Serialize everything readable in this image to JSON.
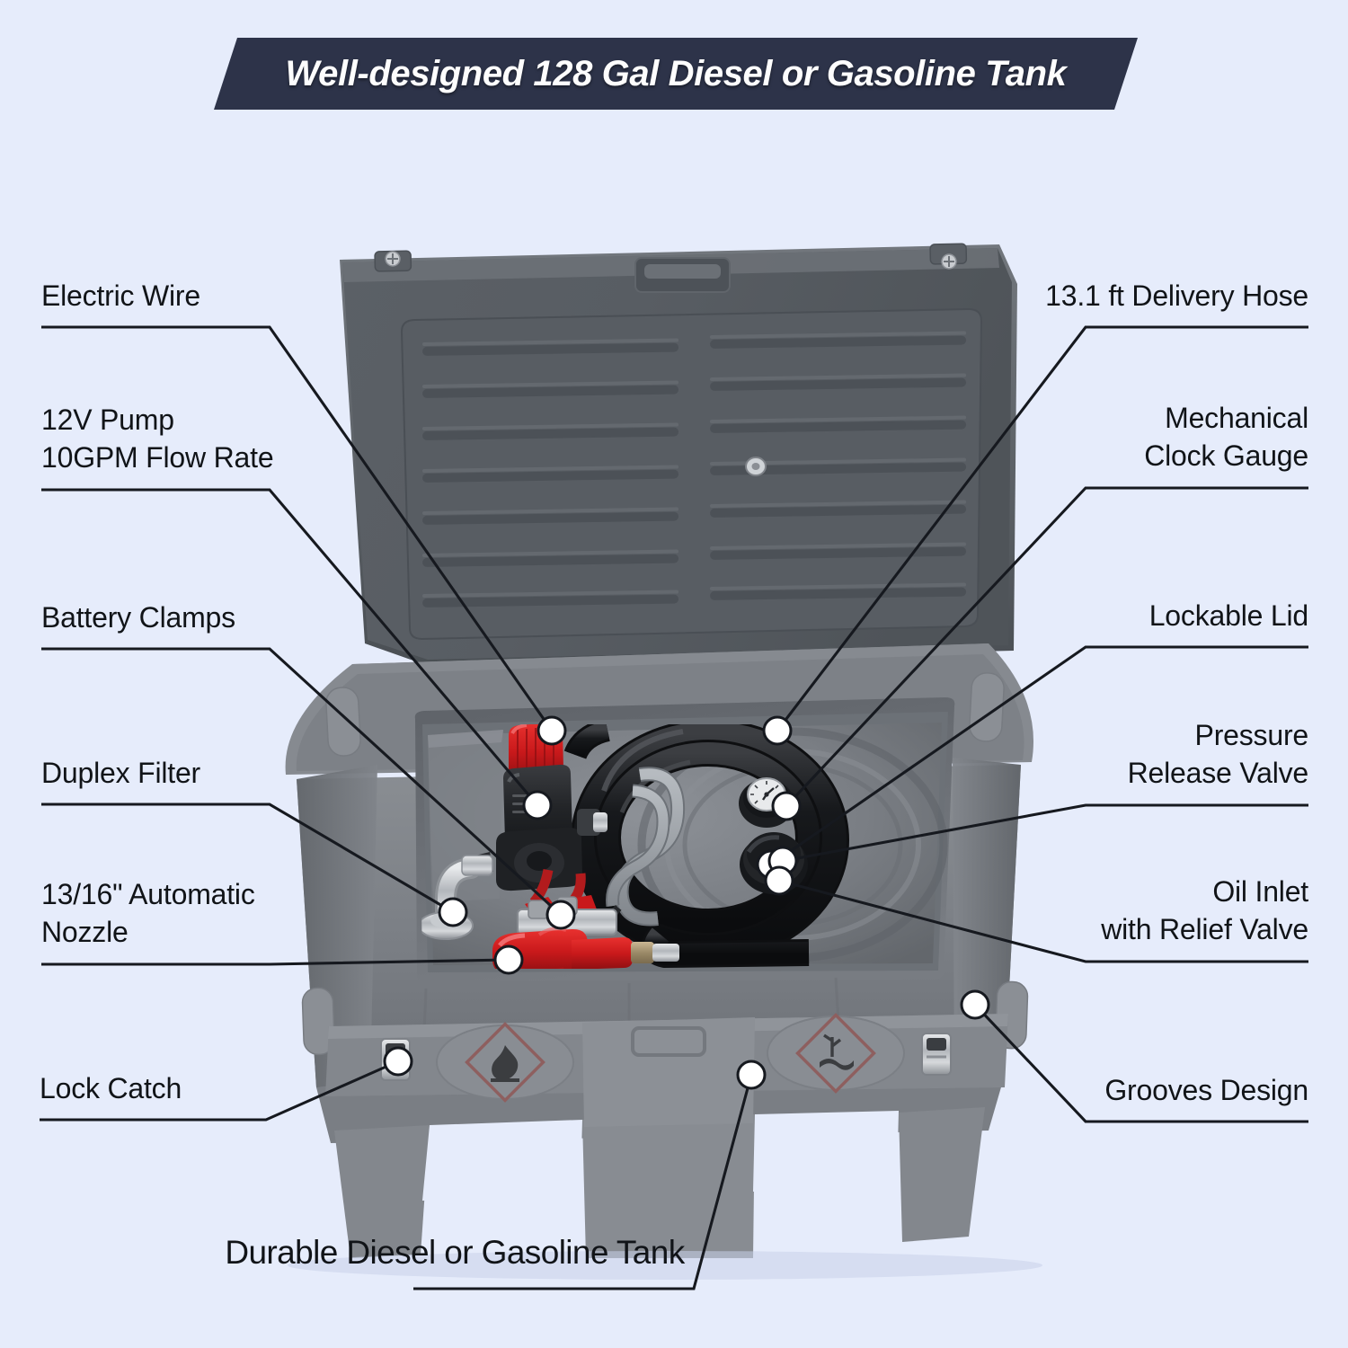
{
  "banner": {
    "title": "Well-designed 128 Gal Diesel or Gasoline Tank",
    "background_color": "#2d3349",
    "text_color": "#fdfdfd"
  },
  "page": {
    "background_color": "#e6ecfb",
    "line_color": "#16191f",
    "dot_fill": "#ffffff"
  },
  "product": {
    "name": "Diesel or Gasoline Transfer Tank",
    "body_color": "#7b7f85",
    "lid_color": "#5c6066",
    "accent_red": "#cc1d1f",
    "hose_color": "#1c1c1e",
    "wire_color": "#9aa0a6",
    "metal_color": "#b9bdc2",
    "hazard_labels": [
      "flammable-diamond-icon",
      "environmental-hazard-diamond-icon"
    ]
  },
  "callouts_left": [
    {
      "id": "electric-wire",
      "text": "Electric Wire"
    },
    {
      "id": "pump",
      "text": "12V Pump\n10GPM Flow Rate"
    },
    {
      "id": "battery-clamps",
      "text": "Battery Clamps"
    },
    {
      "id": "duplex-filter",
      "text": "Duplex Filter"
    },
    {
      "id": "automatic-nozzle",
      "text": "13/16\" Automatic\nNozzle"
    },
    {
      "id": "lock-catch",
      "text": "Lock Catch"
    }
  ],
  "callouts_right": [
    {
      "id": "delivery-hose",
      "text": "13.1 ft Delivery Hose"
    },
    {
      "id": "mechanical-clock-gauge",
      "text": "Mechanical\nClock Gauge"
    },
    {
      "id": "lockable-lid",
      "text": "Lockable Lid"
    },
    {
      "id": "pressure-release-valve",
      "text": "Pressure\nRelease Valve"
    },
    {
      "id": "oil-inlet",
      "text": "Oil Inlet\nwith Relief Valve"
    },
    {
      "id": "grooves-design",
      "text": "Grooves Design"
    }
  ],
  "callouts_bottom": [
    {
      "id": "durable-tank",
      "text": "Durable Diesel or Gasoline Tank"
    }
  ]
}
